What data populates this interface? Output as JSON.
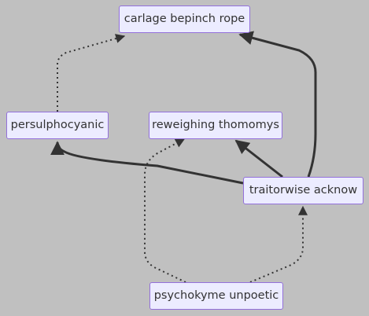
{
  "diagram": {
    "type": "flowchart",
    "nodes": {
      "carlage": "carlage bepinch rope",
      "persulphocyanic": "persulphocyanic",
      "reweighing": "reweighing thomomys",
      "traitorwise": "traitorwise acknow",
      "psychokyme": "psychokyme unpoetic"
    },
    "edges": [
      {
        "from": "persulphocyanic",
        "to": "carlage",
        "style": "dotted"
      },
      {
        "from": "traitorwise",
        "to": "carlage",
        "style": "solid"
      },
      {
        "from": "traitorwise",
        "to": "persulphocyanic",
        "style": "solid"
      },
      {
        "from": "traitorwise",
        "to": "reweighing",
        "style": "solid"
      },
      {
        "from": "psychokyme",
        "to": "reweighing",
        "style": "dotted"
      },
      {
        "from": "psychokyme",
        "to": "traitorwise",
        "style": "dotted"
      }
    ],
    "colors": {
      "background": "#c0c0c0",
      "node_fill": "#ececff",
      "node_border": "#9370db",
      "edge": "#333333",
      "text": "#333333"
    }
  }
}
